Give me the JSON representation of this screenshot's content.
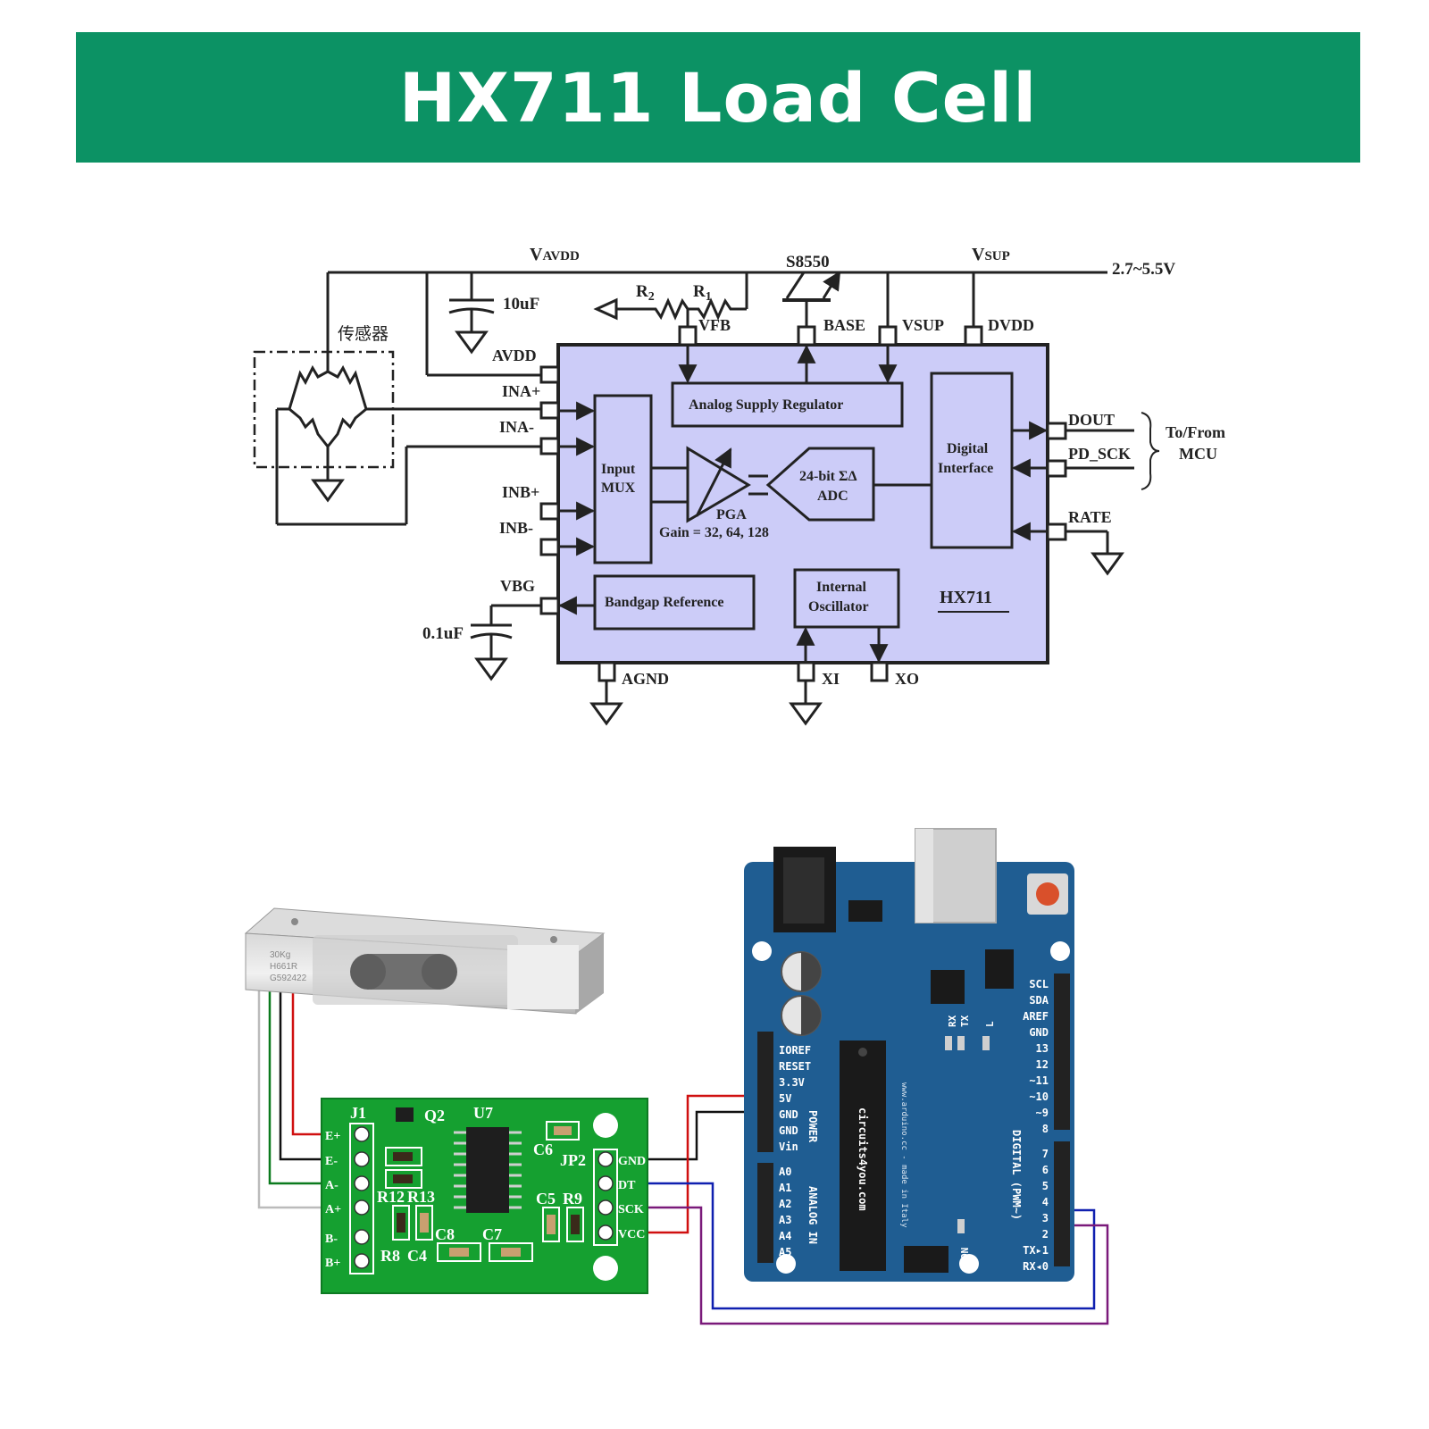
{
  "title": "HX711 Load Cell",
  "colors": {
    "banner": "#0c9264",
    "chip_fill": "#ccccf8",
    "module_pcb": "#15a030",
    "arduino_pcb": "#1f5d92",
    "wire_red": "#d01010",
    "wire_black": "#111111",
    "wire_green": "#0b7a1e",
    "wire_white": "#bbbbbb",
    "wire_blue": "#1020b0",
    "wire_purple": "#7a1a7a"
  },
  "schematic": {
    "vavdd": "V",
    "vavdd_sub": "AVDD",
    "vsup": "V",
    "vsup_sub": "SUP",
    "supply": "2.7~5.5V",
    "transistor": "S8550",
    "cap_10u": "10uF",
    "cap_01u": "0.1uF",
    "r2": "R",
    "r2_sub": "2",
    "r1": "R",
    "r1_sub": "1",
    "sensor": "传感器",
    "pins": {
      "vfb": "VFB",
      "base": "BASE",
      "vsup": "VSUP",
      "dvdd": "DVDD",
      "avdd": "AVDD",
      "inap": "INA+",
      "inam": "INA-",
      "inbp": "INB+",
      "inbm": "INB-",
      "vbg": "VBG",
      "agnd": "AGND",
      "xi": "XI",
      "xo": "XO",
      "dout": "DOUT",
      "pdsck": "PD_SCK",
      "rate": "RATE"
    },
    "blocks": {
      "regulator": "Analog Supply Regulator",
      "mux1": "Input",
      "mux2": "MUX",
      "pga": "PGA",
      "gain": "Gain = 32, 64, 128",
      "adc1": "24-bit ΣΔ",
      "adc2": "ADC",
      "digital1": "Digital",
      "digital2": "Interface",
      "bandgap": "Bandgap Reference",
      "osc1": "Internal",
      "osc2": "Oscillator",
      "chip": "HX711"
    },
    "mcu1": "To/From",
    "mcu2": "MCU"
  },
  "module": {
    "j1": "J1",
    "q2": "Q2",
    "u7": "U7",
    "c6": "C6",
    "jp2": "JP2",
    "r12": "R12",
    "r13": "R13",
    "c5": "C5",
    "r9": "R9",
    "c8": "C8",
    "c7": "C7",
    "r8": "R8",
    "c4": "C4",
    "left_pins": [
      "E+",
      "E-",
      "A-",
      "A+",
      "B-",
      "B+"
    ],
    "right_pins": [
      "GND",
      "DT",
      "SCK",
      "VCC"
    ]
  },
  "load_cell": {
    "rating": "30Kg",
    "model": "H661R",
    "serial": "G592422"
  },
  "arduino": {
    "power_pins": [
      "IOREF",
      "RESET",
      "3.3V",
      "5V",
      "GND",
      "GND",
      "Vin"
    ],
    "power_label": "POWER",
    "analog_pins": [
      "A0",
      "A1",
      "A2",
      "A3",
      "A4",
      "A5"
    ],
    "analog_label": "ANALOG IN",
    "top_pins": [
      "SCL",
      "SDA",
      "AREF",
      "GND",
      "13",
      "12",
      "~11",
      "~10",
      "~9",
      "8"
    ],
    "bottom_pins": [
      "7",
      "6",
      "5",
      "4",
      "3",
      "2",
      "TX▸1",
      "RX◂0"
    ],
    "digital_label": "DIGITAL (PWM~)",
    "brand": "circuits4you.com",
    "site": "www.arduino.cc - made in Italy",
    "tx": "TX",
    "rx": "RX",
    "l": "L",
    "on": "ON"
  }
}
